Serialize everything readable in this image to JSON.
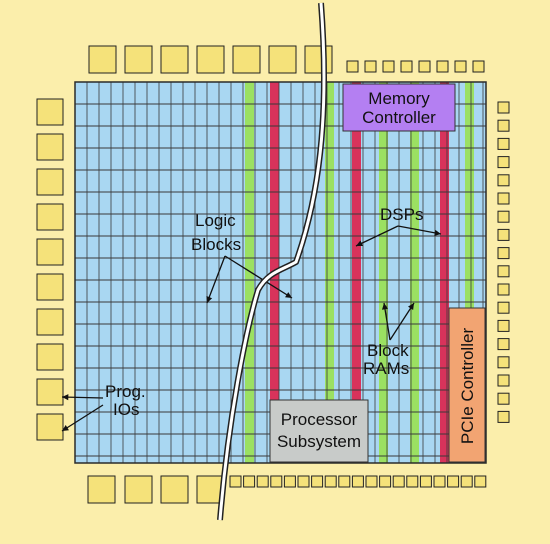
{
  "labels": {
    "memory_controller": [
      "Memory",
      "Controller"
    ],
    "pcie_controller": "PCIe Controller",
    "processor_subsystem": [
      "Processor",
      "Subsystem"
    ],
    "dsps": "DSPs",
    "logic_blocks": [
      "Logic",
      "Blocks"
    ],
    "block_rams": [
      "Block",
      "RAMs"
    ],
    "prog_ios": [
      "Prog.",
      "IOs"
    ]
  },
  "colors": {
    "background": "#fbeeab",
    "logic_block": "#a9d7f2",
    "grid_line": "#3a3a3a",
    "dsp_column": "#d8335b",
    "block_ram_column": "#9be062",
    "memory_controller": "#b47ff2",
    "pcie_controller": "#f2a472",
    "processor_subsystem": "#c8cbc9",
    "io_pad": "#f5e27a",
    "die_outline": "#2b2b2b"
  },
  "icons": [
    "io-pad",
    "cut-line",
    "callout-arrow"
  ]
}
